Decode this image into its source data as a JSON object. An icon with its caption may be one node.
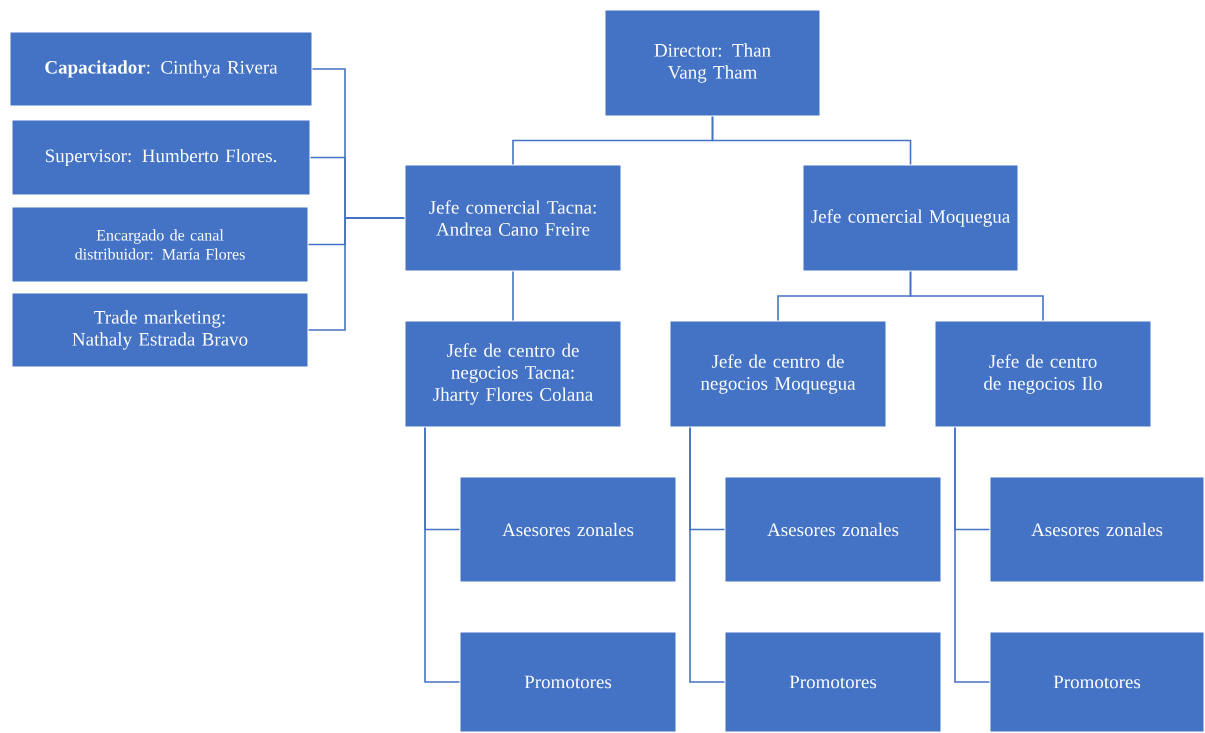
{
  "diagram": {
    "nodes": [
      {
        "text": [
          "Director: Than Vang Tham"
        ]
      },
      {
        "text": [
          "**Capacitador**: Cinthya Rivera"
        ]
      },
      {
        "text": [
          "Supervisor: Humberto Flores."
        ]
      },
      {
        "text": [
          "Encargado de canal distribuidor: María Flores"
        ]
      },
      {
        "text": [
          "Trade marketing: Nathaly Estrada Bravo"
        ]
      },
      {
        "text": [
          "Jefe comercial Tacna: Andrea Cano Freire"
        ]
      },
      {
        "text": [
          "Jefe comercial Moquegua"
        ]
      },
      {
        "text": [
          "Jefe de centro de negocios Tacna: Jharty Flores Colana"
        ]
      },
      {
        "text": [
          "Jefe de centro de negocios Moquegua"
        ]
      },
      {
        "text": [
          "Jefe de centro de negocios Ilo"
        ]
      },
      {
        "text": [
          "Asesores zonales"
        ]
      },
      {
        "text": [
          "Promotores"
        ]
      },
      {
        "text": [
          "Asesores zonales"
        ]
      },
      {
        "text": [
          "Promotores"
        ]
      },
      {
        "text": [
          "Asesores zonales"
        ]
      },
      {
        "text": [
          "Promotores"
        ]
      }
    ],
    "edges": [
      {
        "from": 0,
        "to": 5,
        "arrow": "none"
      },
      {
        "from": 0,
        "to": 6,
        "arrow": "none"
      },
      {
        "from": 5,
        "to": 1,
        "arrow": "none"
      },
      {
        "from": 5,
        "to": 2,
        "arrow": "none"
      },
      {
        "from": 5,
        "to": 3,
        "arrow": "none"
      },
      {
        "from": 5,
        "to": 4,
        "arrow": "none"
      },
      {
        "from": 5,
        "to": 7,
        "arrow": "none"
      },
      {
        "from": 6,
        "to": 8,
        "arrow": "none"
      },
      {
        "from": 6,
        "to": 9,
        "arrow": "none"
      },
      {
        "from": 7,
        "to": 10,
        "arrow": "none"
      },
      {
        "from": 7,
        "to": 11,
        "arrow": "none"
      },
      {
        "from": 8,
        "to": 12,
        "arrow": "none"
      },
      {
        "from": 8,
        "to": 13,
        "arrow": "none"
      },
      {
        "from": 9,
        "to": 14,
        "arrow": "none"
      },
      {
        "from": 9,
        "to": 15,
        "arrow": "none"
      }
    ]
  }
}
